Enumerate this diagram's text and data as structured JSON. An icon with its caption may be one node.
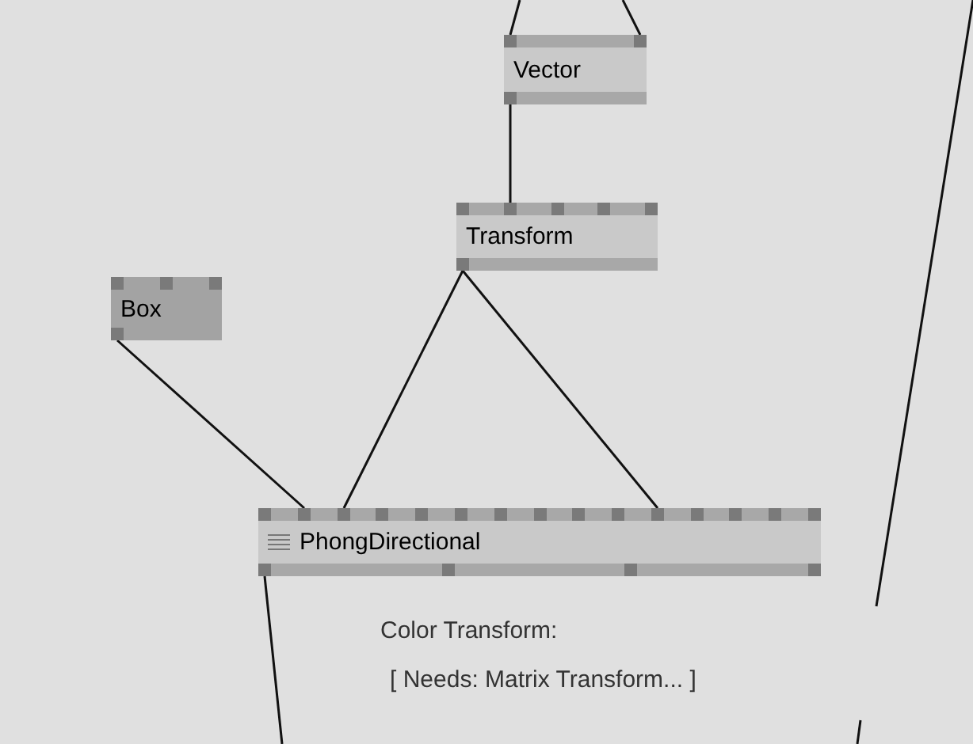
{
  "diagram": {
    "nodes": [
      {
        "text": [
          "Vector"
        ]
      },
      {
        "text": [
          "Transform"
        ]
      },
      {
        "text": [
          "Box"
        ]
      },
      {
        "text": [
          "PhongDirectional"
        ]
      }
    ],
    "edges": [
      {
        "from": null,
        "to": 0,
        "arrow": "none"
      },
      {
        "from": null,
        "to": 0,
        "arrow": "none"
      },
      {
        "from": 0,
        "to": 1,
        "arrow": "none"
      },
      {
        "from": 2,
        "to": 3,
        "arrow": "none"
      },
      {
        "from": 1,
        "to": 3,
        "arrow": "none"
      },
      {
        "from": 1,
        "to": 3,
        "arrow": "none"
      },
      {
        "from": 3,
        "to": null,
        "arrow": "none"
      }
    ],
    "labels": [
      "Color Transform:",
      "[ Needs: Matrix Transform... ]"
    ]
  }
}
